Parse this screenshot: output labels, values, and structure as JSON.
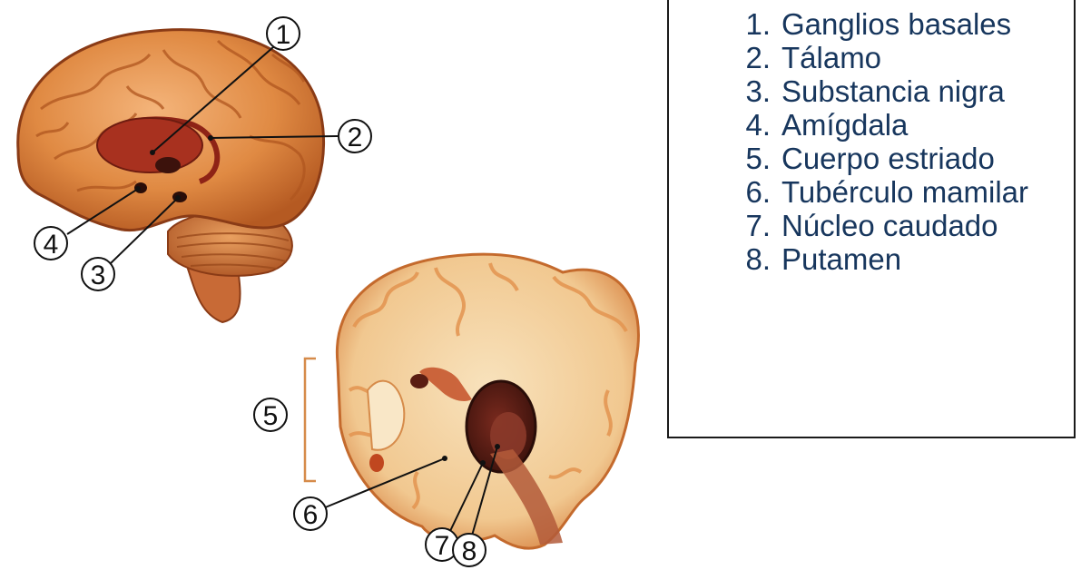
{
  "legend": {
    "items": [
      {
        "number": "1.",
        "label": "Ganglios basales"
      },
      {
        "number": "2.",
        "label": "Tálamo"
      },
      {
        "number": "3.",
        "label": "Substancia nigra"
      },
      {
        "number": "4.",
        "label": "Amígdala"
      },
      {
        "number": "5.",
        "label": "Cuerpo estriado"
      },
      {
        "number": "6.",
        "label": "Tubérculo mamilar"
      },
      {
        "number": "7.",
        "label": "Núcleo caudado"
      },
      {
        "number": "8.",
        "label": "Putamen"
      }
    ]
  },
  "callouts": [
    "1",
    "2",
    "3",
    "4",
    "5",
    "6",
    "7",
    "8"
  ],
  "colors": {
    "legend_text": "#17365d",
    "brain_outer": "#d9772f",
    "brain_highlight": "#f0a86a",
    "basal_ganglia": "#9c2a1a",
    "coronal_matter": "#f4d3a0",
    "coronal_cortex": "#e28a4c"
  }
}
